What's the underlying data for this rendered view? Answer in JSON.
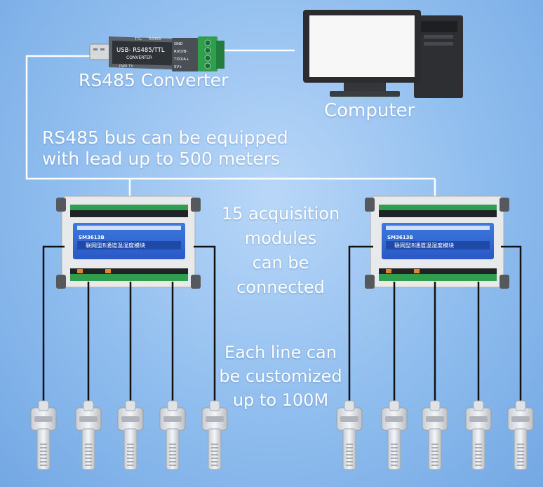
{
  "labels": {
    "converter": "RS485 Converter",
    "computer": "Computer",
    "bus_line1": "RS485 bus can be equipped",
    "bus_line2": "with lead up to 500 meters",
    "modules_line1": "15 acquisition",
    "modules_line2": "modules",
    "modules_line3": "can be",
    "modules_line4": "connected",
    "line_line1": "Each line can",
    "line_line2": "be customized",
    "line_line3": "up to 100M"
  },
  "converter_device": {
    "top_text": "TTL",
    "top_text2": "RS485",
    "title": "USB- RS485/TTL",
    "subtitle": "CONVERTER",
    "pins": [
      "GND",
      "RXD/B-",
      "TXD/A+",
      "5V+"
    ],
    "bottom": "PWR  TX"
  },
  "module_device": {
    "model": "SM3613B",
    "name": "联网型8通道温湿度模块"
  },
  "colors": {
    "background": "#8fbdee",
    "wire": "#ffffff",
    "cable": "#111111",
    "terminal_green": "#2f9e4f",
    "panel_blue": "#3f6fd6"
  }
}
